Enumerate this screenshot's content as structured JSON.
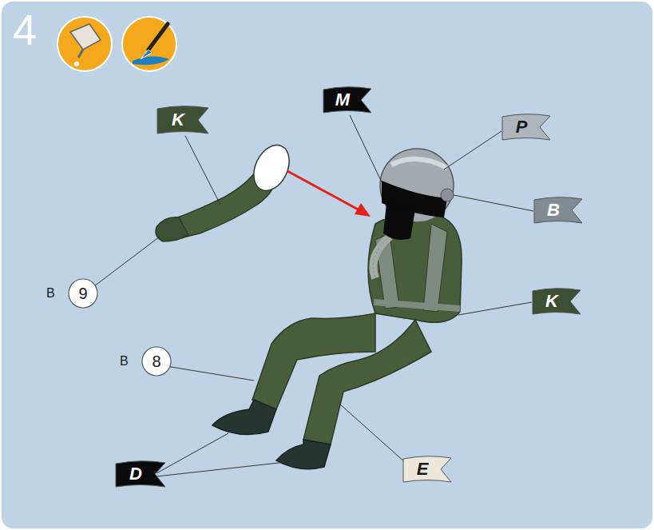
{
  "diagram": {
    "title": "4",
    "nodes": [
      {
        "text": [
          "K"
        ]
      },
      {
        "text": [
          "M"
        ]
      },
      {
        "text": [
          "P"
        ]
      },
      {
        "text": [
          "B"
        ]
      },
      {
        "text": [
          "K"
        ]
      },
      {
        "text": [
          "B",
          "9"
        ]
      },
      {
        "text": [
          "B",
          "8"
        ]
      },
      {
        "text": [
          "E"
        ]
      },
      {
        "text": [
          "D"
        ]
      }
    ]
  }
}
